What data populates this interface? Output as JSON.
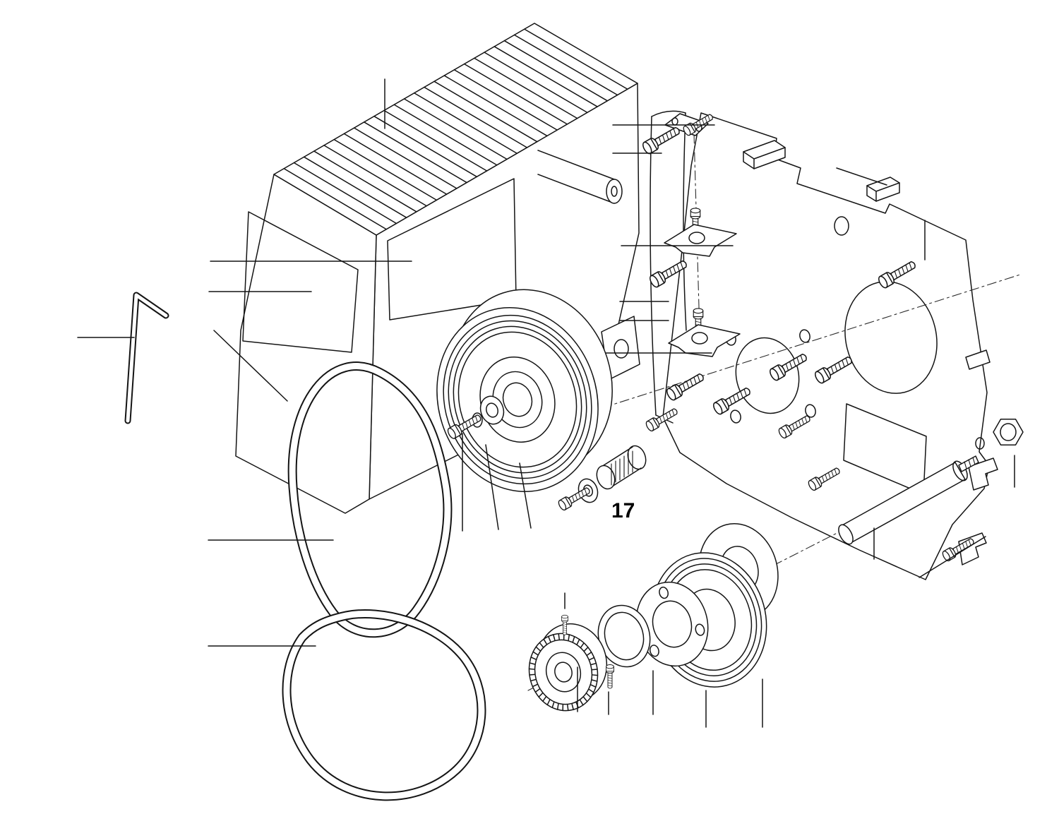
{
  "diagram": {
    "type": "exploded-parts-diagram",
    "background": "#ffffff",
    "line_color": "#141414",
    "labels": {
      "part17": "17"
    },
    "parts": [
      "compressor-housing",
      "ribbed-top-cover",
      "inspection-window",
      "side-panel",
      "allen-key",
      "drive-belt",
      "clutch-pulley",
      "pulley-hub-bolt",
      "spacer-part-17",
      "mounting-plate",
      "tension-rail",
      "clamp-bracket-upper",
      "clamp-bracket-lower",
      "rotor-gear",
      "shim-ring",
      "hub-flange",
      "grooved-pulley",
      "support-rod",
      "hex-nut",
      "screws"
    ]
  }
}
